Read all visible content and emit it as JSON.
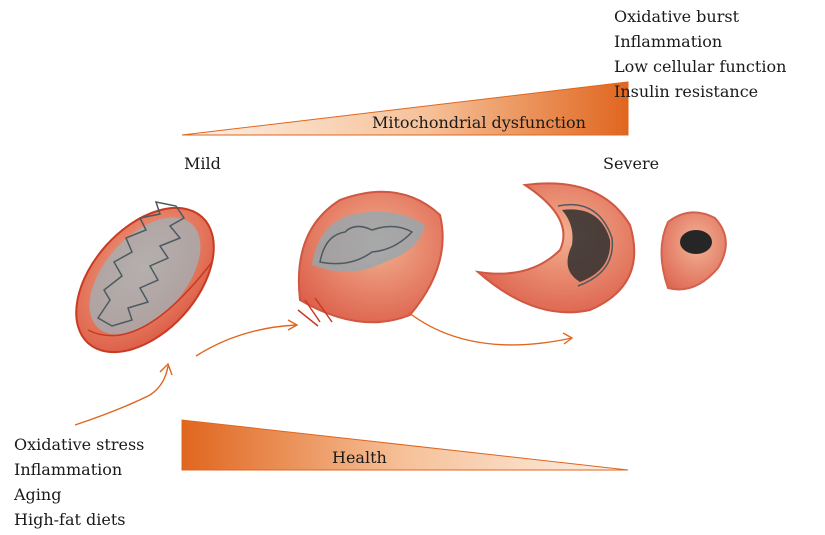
{
  "top_factors": [
    "Oxidative burst",
    "Inflammation",
    "Low cellular function",
    "Insulin resistance"
  ],
  "bottom_factors": [
    "Oxidative stress",
    "Inflammation",
    "Aging",
    "High-fat diets"
  ],
  "top_wedge_label": "Mitochondrial dysfunction",
  "bottom_wedge_label": "Health",
  "mild_label": "Mild",
  "severe_label": "Severe",
  "colors": {
    "orange": "#e0661f",
    "light_orange": "#fbe3cf",
    "cell_red": "#d6412a",
    "matrix_gray": "#8fa3ac",
    "dark_core": "#2a2a2a"
  }
}
